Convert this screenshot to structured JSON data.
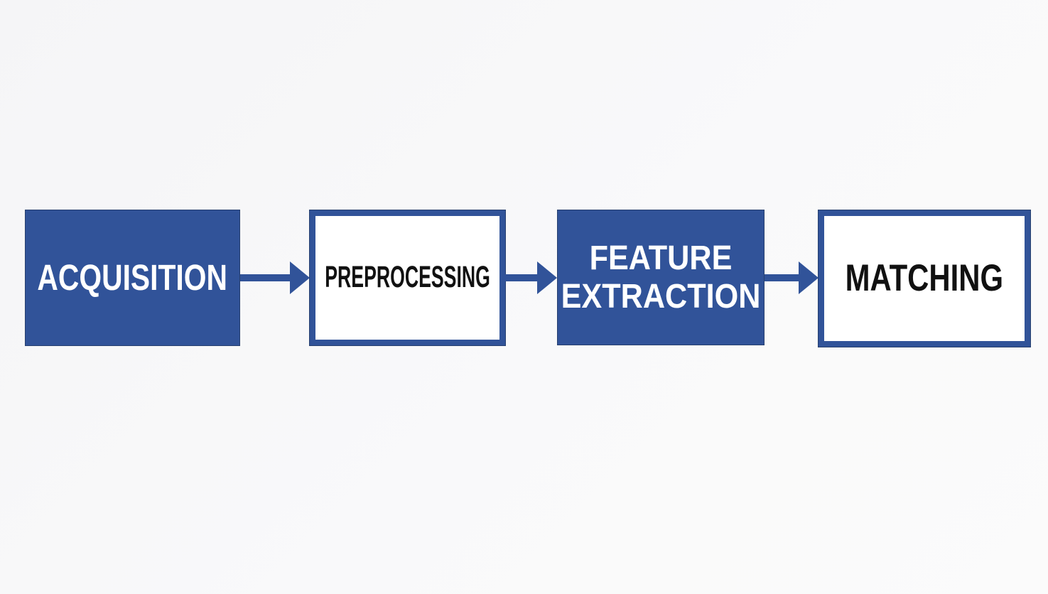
{
  "diagram": {
    "type": "flowchart",
    "direction": "left-to-right",
    "nodes": [
      {
        "label": "ACQUISITION",
        "variant": "solid"
      },
      {
        "label": "PREPROCESSING",
        "variant": "outline"
      },
      {
        "label": "FEATURE EXTRACTION",
        "variant": "solid"
      },
      {
        "label": "MATCHING",
        "variant": "outline"
      }
    ],
    "connectors": [
      {
        "from": "ACQUISITION",
        "to": "PREPROCESSING"
      },
      {
        "from": "PREPROCESSING",
        "to": "FEATURE EXTRACTION"
      },
      {
        "from": "FEATURE EXTRACTION",
        "to": "MATCHING"
      }
    ]
  },
  "colors": {
    "accent_blue": "#315399",
    "outline_dark": "#27406F",
    "background": "#F7F7F8",
    "text_on_solid": "#FFFFFF",
    "text_on_outline": "#111111"
  }
}
